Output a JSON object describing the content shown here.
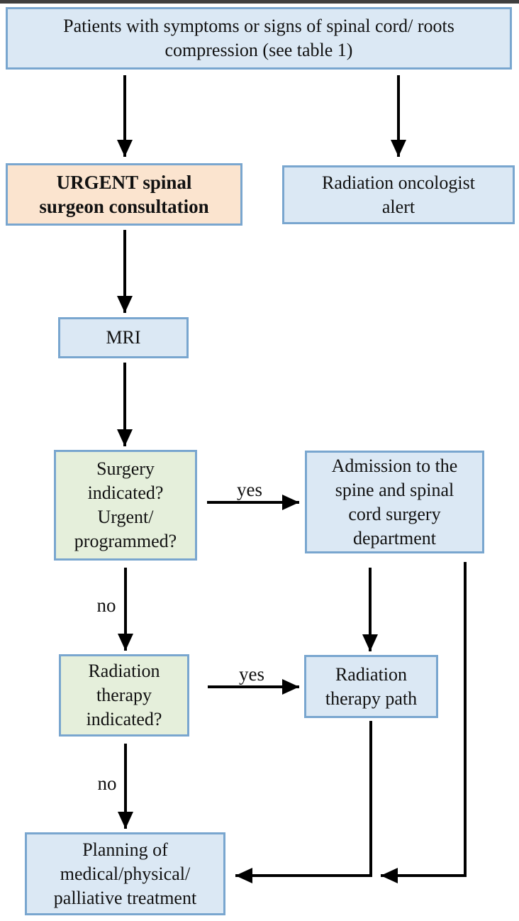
{
  "figure": {
    "type": "flowchart",
    "colors": {
      "box_blue_fill": "#dbe8f4",
      "box_blue_border": "#79a6cf",
      "box_orange_fill": "#fbe4cf",
      "box_green_fill": "#e5efdb",
      "arrow_color": "#000000",
      "text_color": "#111111"
    },
    "nodes": {
      "patients": {
        "label": "Patients with symptoms or signs of spinal cord/ roots\ncompression (see table 1)"
      },
      "urgent_consult": {
        "label": "URGENT spinal\nsurgeon consultation"
      },
      "oncologist_alert": {
        "label": "Radiation oncologist\nalert"
      },
      "mri": {
        "label": "MRI"
      },
      "surgery_question": {
        "label": "Surgery\nindicated?\nUrgent/\nprogrammed?"
      },
      "admission": {
        "label": "Admission to the\nspine and spinal\ncord surgery\ndepartment"
      },
      "rt_question": {
        "label": "Radiation\ntherapy\nindicated?"
      },
      "rt_path": {
        "label": "Radiation\ntherapy path"
      },
      "planning": {
        "label": "Planning of\nmedical/physical/\npalliative treatment"
      }
    },
    "edge_labels": {
      "surgery_yes": "yes",
      "surgery_no": "no",
      "rt_yes": "yes",
      "rt_no": "no"
    }
  }
}
